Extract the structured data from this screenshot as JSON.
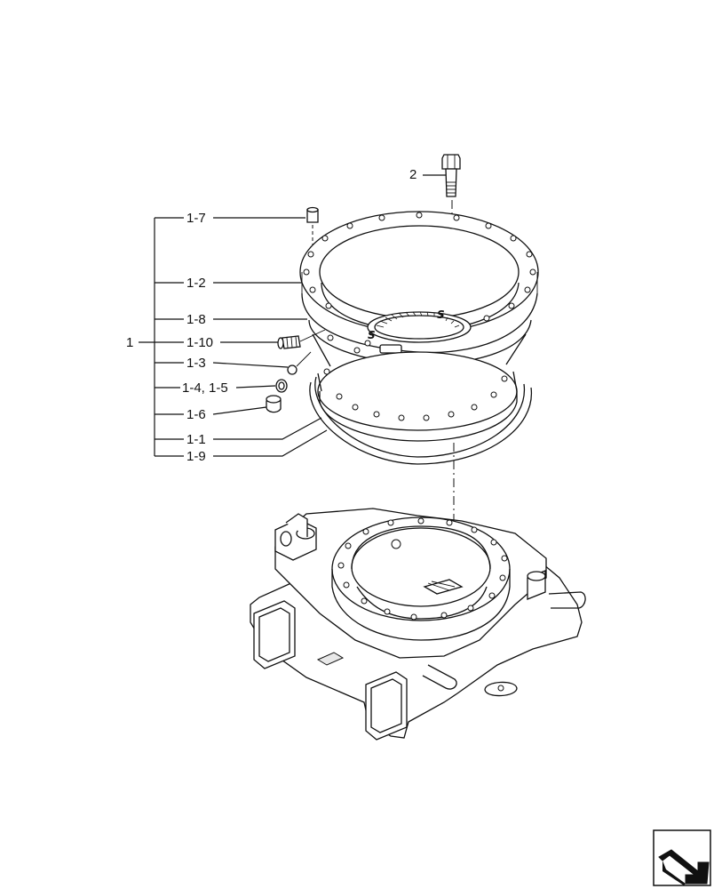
{
  "callouts": {
    "assembly": "1",
    "bolt": "2",
    "pin": "1-7",
    "outer_ring": "1-2",
    "seal": "1-8",
    "grease_nipple": "1-10",
    "ball": "1-3",
    "plug_washer": "1-4, 1-5",
    "plug": "1-6",
    "inner_ring": "1-1",
    "oring": "1-9"
  },
  "ring_marks": {
    "mark_1": "S",
    "mark_2": "S"
  },
  "icons": {
    "nav": "next-page-arrow-icon"
  }
}
